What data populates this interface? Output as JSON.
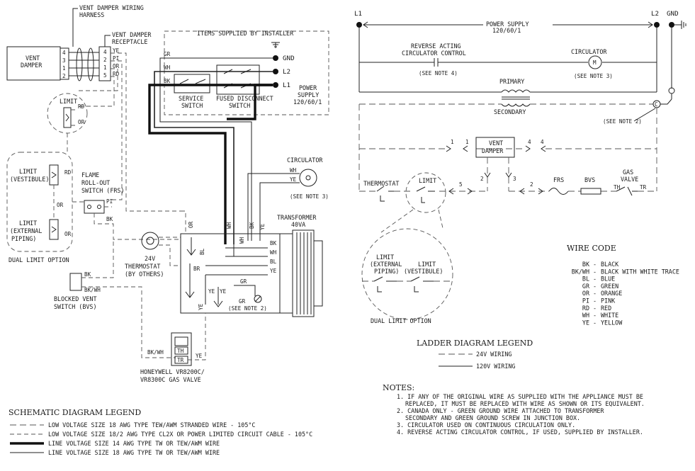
{
  "schematic": {
    "vent_damper_harness": "VENT DAMPER WIRING HARNESS",
    "vent_damper_harness_l1": "VENT DAMPER WIRING",
    "vent_damper_harness_l2": "HARNESS",
    "vent_damper_receptacle_l1": "VENT DAMPER",
    "vent_damper_receptacle_l2": "RECEPTACLE",
    "vent_damper_l1": "VENT",
    "vent_damper_l2": "DAMPER",
    "harness_pins": [
      "4",
      "3",
      "1",
      "2"
    ],
    "receptacle_pins": [
      "4",
      "2",
      "1",
      "5"
    ],
    "receptacle_wires": [
      "YE",
      "PI",
      "OR",
      "RD"
    ],
    "items_supplied": "ITEMS SUPPLIED BY INSTALLER",
    "gnd": "GND",
    "l2": "L2",
    "l1": "L1",
    "power_supply_l1": "POWER",
    "power_supply_l2": "SUPPLY",
    "power_supply_l3": "120/60/1",
    "service_switch_l1": "SERVICE",
    "service_switch_l2": "SWITCH",
    "fused_disconnect_l1": "FUSED DISCONNECT",
    "fused_disconnect_l2": "SWITCH",
    "limit": "LIMIT",
    "limit_vestibule_l1": "LIMIT",
    "limit_vestibule_l2": "(VESTIBULE)",
    "limit_external_l1": "LIMIT",
    "limit_external_l2": "(EXTERNAL",
    "limit_external_l3": "PIPING)",
    "dual_limit_option": "DUAL LIMIT OPTION",
    "flame_rollout_l1": "FLAME",
    "flame_rollout_l2": "ROLL-OUT",
    "flame_rollout_l3": "SWITCH (FRS)",
    "thermostat_l1": "24V",
    "thermostat_l2": "THERMOSTAT",
    "thermostat_l3": "(BY OTHERS)",
    "blocked_vent_l1": "BLOCKED VENT",
    "blocked_vent_l2": "SWITCH (BVS)",
    "gas_valve_l1": "HONEYWELL VR8200C/",
    "gas_valve_l2": "VR8300C GAS VALVE",
    "circulator": "CIRCULATOR",
    "see_note_3": "(SEE NOTE 3)",
    "see_note_2": "(SEE NOTE 2)",
    "transformer_l1": "TRANSFORMER",
    "transformer_l2": "40VA",
    "valve_terminals": [
      "TH",
      "TR"
    ],
    "wire_labels": {
      "gr": "GR",
      "wh": "WH",
      "bk": "BK",
      "rd": "RD",
      "or": "OR",
      "pi": "PI",
      "bl": "BL",
      "br": "BR",
      "ye": "YE",
      "bkwh": "BK/WH"
    }
  },
  "ladder": {
    "l1": "L1",
    "l2": "L2",
    "gnd": "GND",
    "power_supply_l1": "POWER SUPPLY",
    "power_supply_l2": "120/60/1",
    "reverse_acting_l1": "REVERSE ACTING",
    "reverse_acting_l2": "CIRCULATOR CONTROL",
    "see_note_4": "(SEE NOTE 4)",
    "circulator": "CIRCULATOR",
    "motor_symbol": "M",
    "see_note_3": "(SEE NOTE 3)",
    "primary": "PRIMARY",
    "secondary": "SECONDARY",
    "see_note_2": "(SEE NOTE 2)",
    "c_terminal": "C",
    "vent_damper_l1": "VENT",
    "vent_damper_l2": "DAMPER",
    "pin_numbers": [
      "1",
      "1",
      "4",
      "4",
      "2",
      "3",
      "5",
      "2"
    ],
    "thermostat": "THERMOSTAT",
    "limit": "LIMIT",
    "frs": "FRS",
    "bvs": "BVS",
    "gas_valve_l1": "GAS",
    "gas_valve_l2": "VALVE",
    "th": "TH",
    "tr": "TR",
    "limit_external_l1": "LIMIT",
    "limit_external_l2": "(EXTERNAL",
    "limit_external_l3": "PIPING)",
    "limit_vestibule_l1": "LIMIT",
    "limit_vestibule_l2": "(VESTIBULE)",
    "dual_limit_option": "DUAL LIMIT OPTION"
  },
  "wire_code": {
    "title": "WIRE CODE",
    "items": [
      {
        "code": "BK",
        "name": "BLACK"
      },
      {
        "code": "BK/WH",
        "name": "BLACK WITH WHITE TRACE"
      },
      {
        "code": "BL",
        "name": "BLUE"
      },
      {
        "code": "GR",
        "name": "GREEN"
      },
      {
        "code": "OR",
        "name": "ORANGE"
      },
      {
        "code": "PI",
        "name": "PINK"
      },
      {
        "code": "RD",
        "name": "RED"
      },
      {
        "code": "WH",
        "name": "WHITE"
      },
      {
        "code": "YE",
        "name": "YELLOW"
      }
    ]
  },
  "ladder_legend": {
    "title": "LADDER DIAGRAM LEGEND",
    "items": [
      "24V WIRING",
      "120V WIRING"
    ]
  },
  "notes": {
    "title": "NOTES:",
    "items": [
      "1. IF ANY OF THE ORIGINAL WIRE AS SUPPLIED WITH THE APPLIANCE MUST BE",
      "REPLACED, IT MUST BE REPLACED WITH WIRE AS SHOWN OR ITS EQUIVALENT.",
      "2. CANADA ONLY - GREEN GROUND WIRE ATTACHED TO TRANSFORMER",
      "SECONDARY AND GREEN GROUND SCREW IN JUNCTION BOX.",
      "3. CIRCULATOR USED ON CONTINUOUS CIRCULATION ONLY.",
      "4. REVERSE ACTING CIRCULATOR CONTROL, IF USED, SUPPLIED BY INSTALLER."
    ]
  },
  "schematic_legend": {
    "title": "SCHEMATIC DIAGRAM LEGEND",
    "items": [
      "LOW VOLTAGE SIZE 18 AWG TYPE TEW/AWM STRANDED WIRE - 105°C",
      "LOW VOLTAGE SIZE 18/2 AWG TYPE CL2X OR POWER LIMITED CIRCUIT CABLE - 105°C",
      "LINE VOLTAGE SIZE 14 AWG TYPE TW OR TEW/AWM WIRE",
      "LINE VOLTAGE SIZE 18 AWG TYPE TW OR TEW/AWM WIRE"
    ]
  }
}
